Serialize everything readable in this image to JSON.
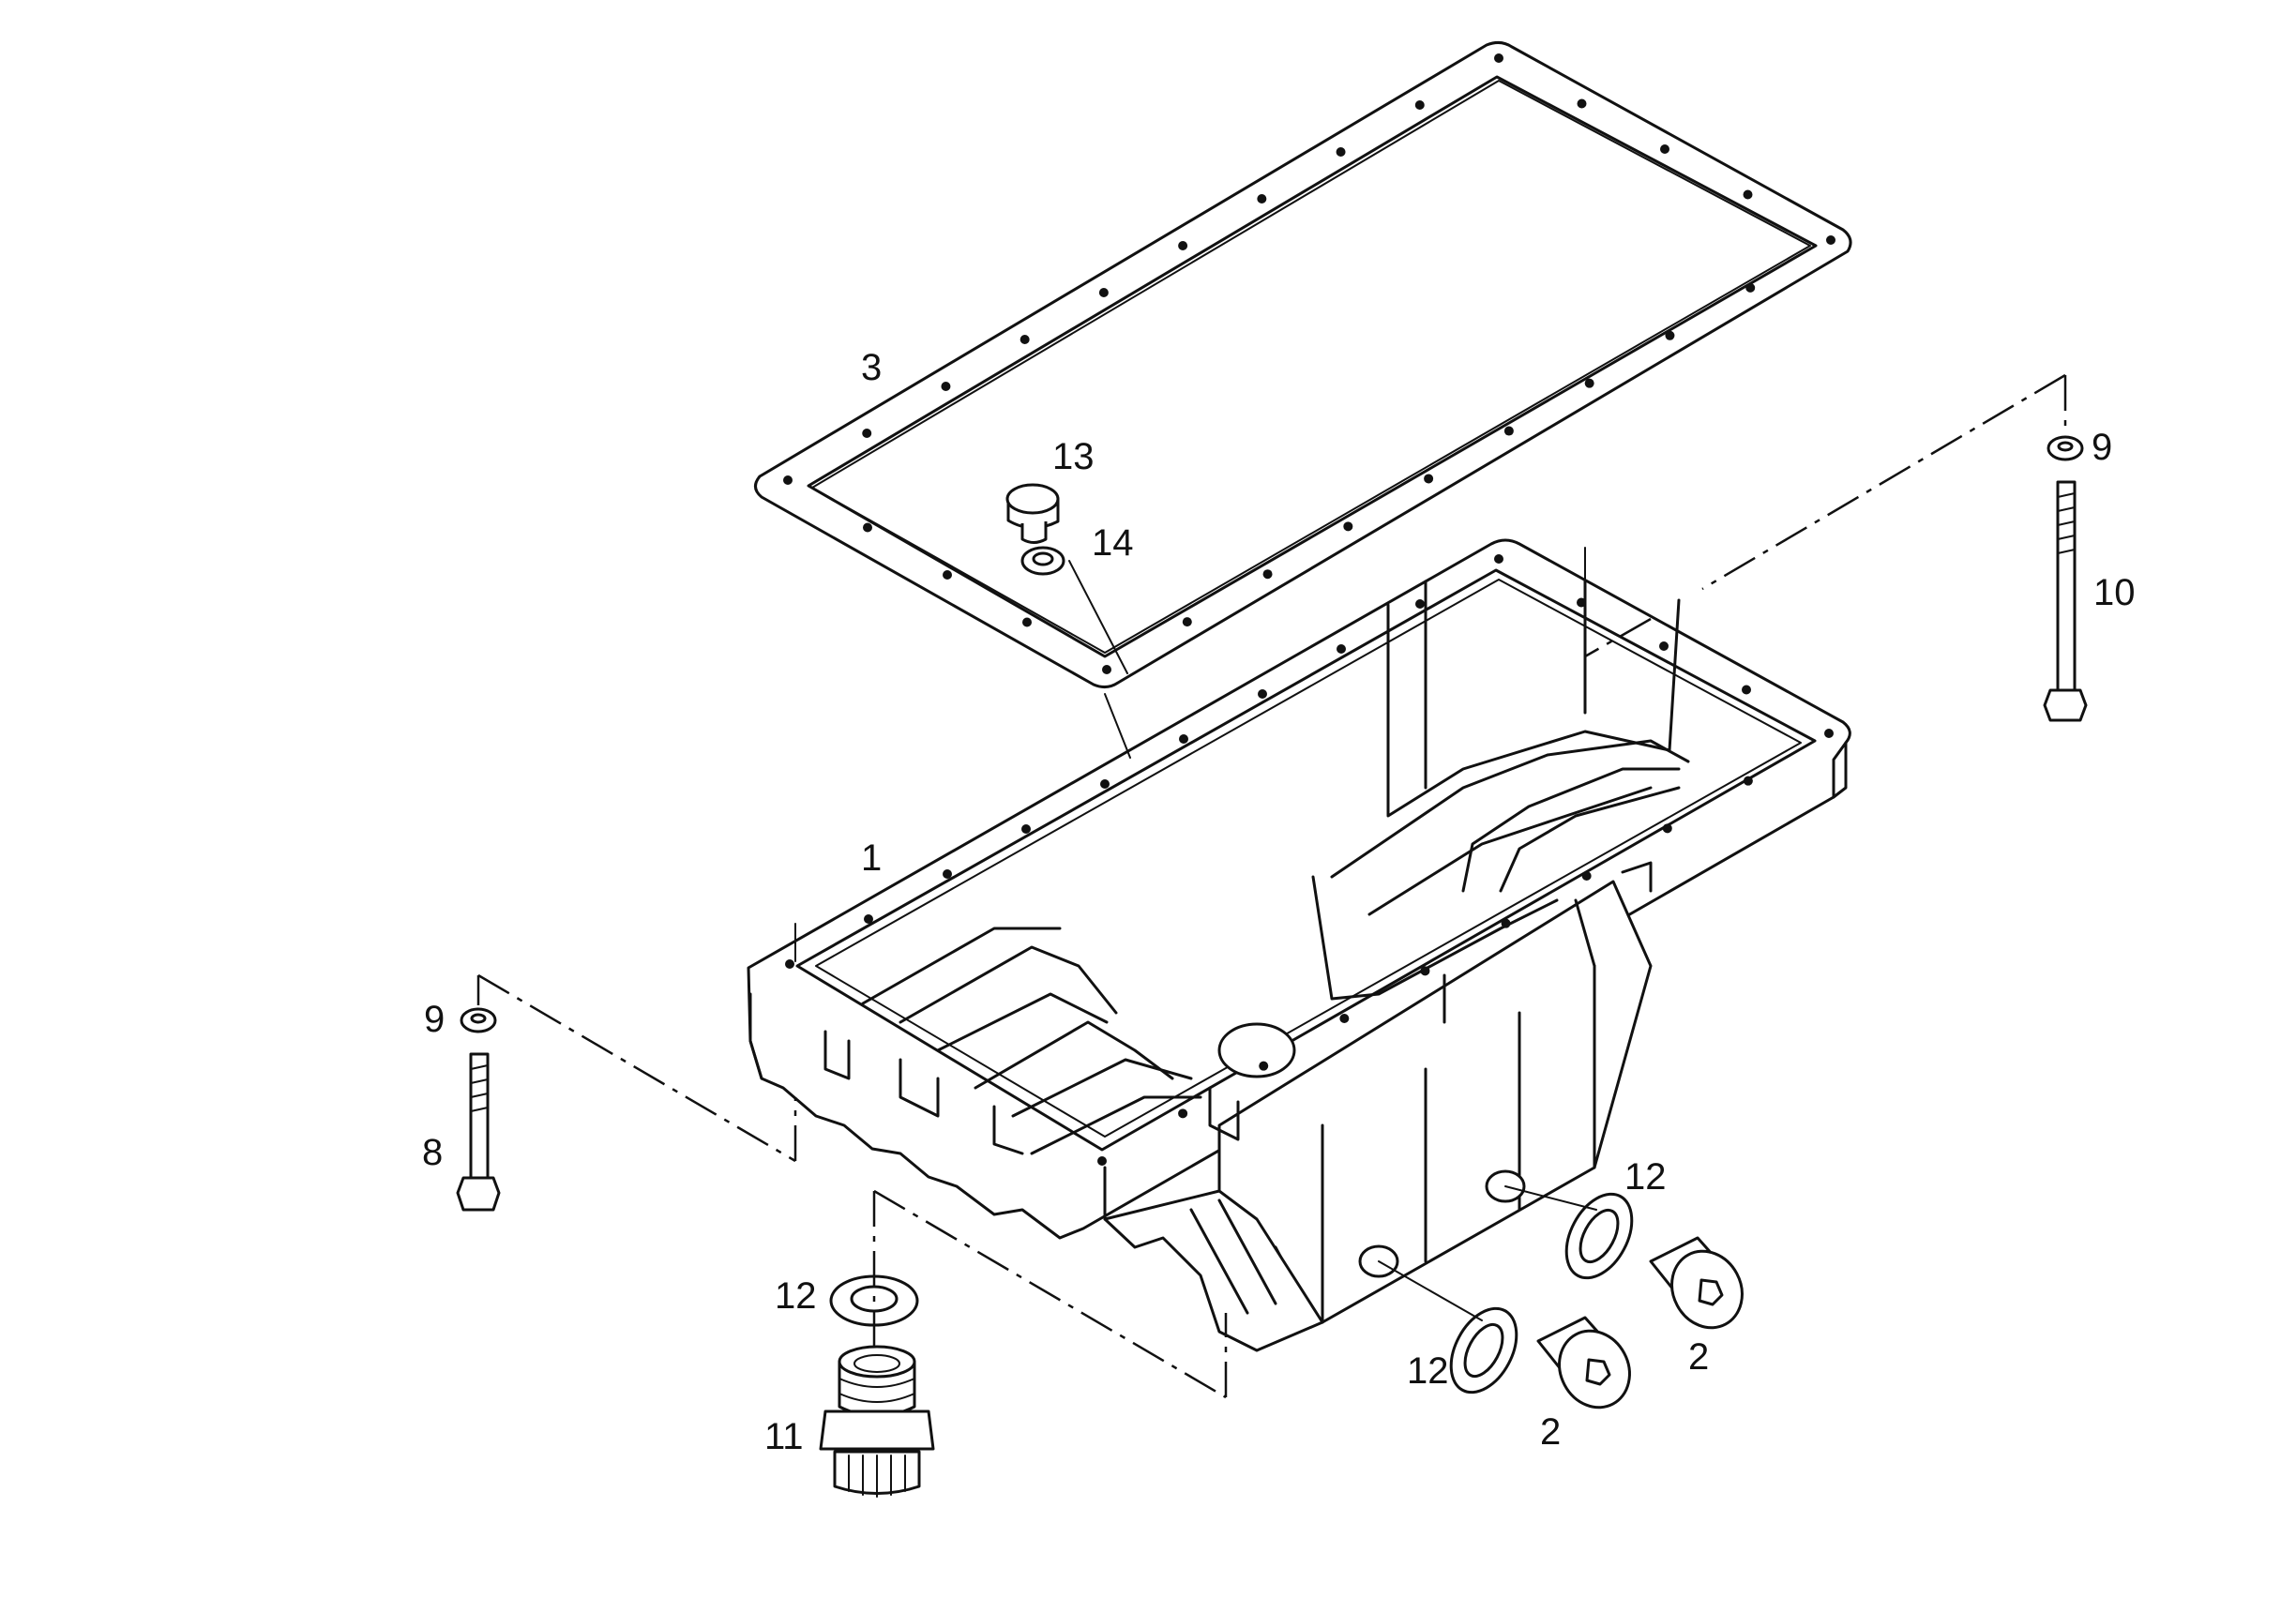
{
  "diagram": {
    "type": "exploded-parts-view",
    "callouts": [
      {
        "id": "c3",
        "text": "3"
      },
      {
        "id": "c13",
        "text": "13"
      },
      {
        "id": "c14",
        "text": "14"
      },
      {
        "id": "c9r",
        "text": "9"
      },
      {
        "id": "c10",
        "text": "10"
      },
      {
        "id": "c1",
        "text": "1"
      },
      {
        "id": "c9l",
        "text": "9"
      },
      {
        "id": "c8",
        "text": "8"
      },
      {
        "id": "c12a",
        "text": "12"
      },
      {
        "id": "c12b",
        "text": "12"
      },
      {
        "id": "c12c",
        "text": "12"
      },
      {
        "id": "c11",
        "text": "11"
      },
      {
        "id": "c2a",
        "text": "2"
      },
      {
        "id": "c2b",
        "text": "2"
      }
    ]
  }
}
